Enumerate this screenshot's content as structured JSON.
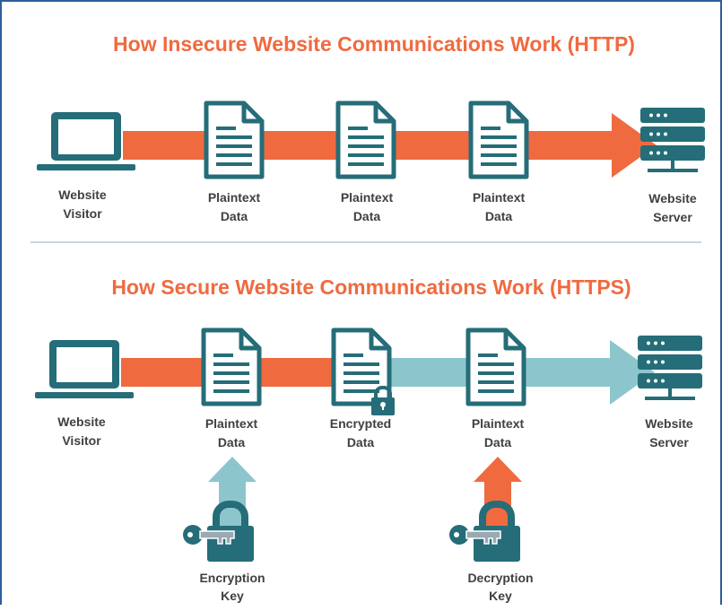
{
  "colors": {
    "accent": "#f06a3f",
    "teal": "#256d78",
    "secure": "#8cc6cc",
    "divider": "#c9d3e6",
    "frame": "#2d5f9a",
    "text": "#404040"
  },
  "http": {
    "title": "How Insecure Website Communications Work (HTTP)",
    "visitor": {
      "line1": "Website",
      "line2": "Visitor"
    },
    "data1": {
      "line1": "Plaintext",
      "line2": "Data"
    },
    "data2": {
      "line1": "Plaintext",
      "line2": "Data"
    },
    "data3": {
      "line1": "Plaintext",
      "line2": "Data"
    },
    "server": {
      "line1": "Website",
      "line2": "Server"
    }
  },
  "https": {
    "title": "How Secure Website Communications Work (HTTPS)",
    "visitor": {
      "line1": "Website",
      "line2": "Visitor"
    },
    "data1": {
      "line1": "Plaintext",
      "line2": "Data"
    },
    "data2": {
      "line1": "Encrypted",
      "line2": "Data"
    },
    "data3": {
      "line1": "Plaintext",
      "line2": "Data"
    },
    "server": {
      "line1": "Website",
      "line2": "Server"
    },
    "enc_key": {
      "line1": "Encryption",
      "line2": "Key"
    },
    "dec_key": {
      "line1": "Decryption",
      "line2": "Key"
    }
  },
  "icons": [
    "laptop-icon",
    "document-icon",
    "lock-icon",
    "key-icon",
    "server-icon"
  ]
}
